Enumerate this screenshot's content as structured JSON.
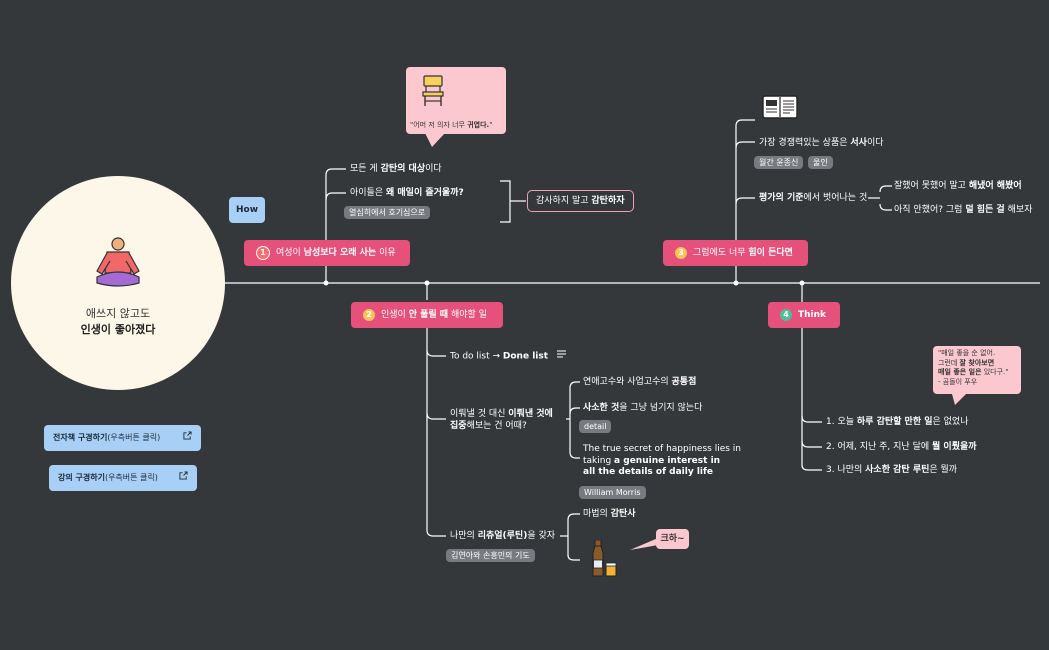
{
  "center": {
    "line1": "애쓰지 않고도",
    "line2": "인생이 좋아졌다"
  },
  "how_label": "How",
  "think_label": "Think",
  "sidebar_buttons": [
    {
      "bold": "전자책 구경하기",
      "rest": "(우측버튼 클릭)"
    },
    {
      "bold": "강의 구경하기",
      "rest": "(우측버튼 클릭)"
    }
  ],
  "topic1": {
    "num": "1",
    "pre": "여성이 ",
    "bold": "남성보다 오래 사는",
    "post": " 이유",
    "quote_pre": "\"어머 저 의자 너무 ",
    "quote_bold": "귀엽다.",
    "quote_post": "\"",
    "item1_pre": "모든 게 ",
    "item1_bold": "감탄의 대상",
    "item1_post": "이다",
    "item2_pre": "아이들은 ",
    "item2_bold": "왜 매일이 즐거울까?",
    "item2_tag": "열심히에서 호기심으로",
    "summary_pre": "감사하지 말고 ",
    "summary_bold": "감탄하자"
  },
  "topic2": {
    "num": "2",
    "pre": "인생이 ",
    "bold": "안 풀릴 때",
    "post": " 해야할 일",
    "todo_pre": "To do list → ",
    "todo_bold": "Done list",
    "focus_pre": "이뤄낼 것 대신 ",
    "focus_bold1": "이뤄낸 것에",
    "focus_bold2": "집중",
    "focus_post": "해보는 건 어때?",
    "sub1_pre": "연애고수와 사업고수의 ",
    "sub1_bold": "공통점",
    "sub2_bold": "사소한 것",
    "sub2_post": "을 그냥 넘기지 않는다",
    "sub2_tag": "detail",
    "quote_line1": "The true secret of happiness lies in",
    "quote_line2_pre": "taking ",
    "quote_line2_bold": "a genuine interest in",
    "quote_line3_bold": "all the details of daily life",
    "quote_author": "William Morris",
    "ritual_pre": "나만의 ",
    "ritual_bold": "리츄얼(루틴)",
    "ritual_post": "을 갖자",
    "ritual_tag": "김연아와 손흥민의 기도",
    "magic_pre": "마법의 ",
    "magic_bold": "감탄사",
    "exclaim": "크하~"
  },
  "topic3": {
    "num": "3",
    "pre": "그럼에도 너무 ",
    "bold": "힘이 든다면",
    "item1_pre": "가장 경쟁력있는 상품은 ",
    "item1_bold": "서사",
    "item1_post": "이다",
    "tags": [
      "월간 윤종신",
      "울인"
    ],
    "item2_bold": "평가의 기준",
    "item2_post": "에서 벗어나는 것",
    "opt1_pre": "잘했어 못했어 말고 ",
    "opt1_bold": "해냈어 해봤어",
    "opt2_pre": "아직 안했어? 그럼 ",
    "opt2_bold": "덜 힘든 걸",
    "opt2_post": " 해보자"
  },
  "topic4": {
    "num": "4",
    "quote_l1": "\"매일 좋을 순 없어.",
    "quote_l2_pre": "그런데 ",
    "quote_l2_bold": "잘 찾아보면",
    "quote_l3_bold": "매일 좋은 일은",
    "quote_l3_post": " 있다구.\"",
    "quote_l4": "- 곰돌이 푸우",
    "q1_pre": "1. 오늘 ",
    "q1_bold": "하루 감탄할 만한 일",
    "q1_post": "은 없었나",
    "q2_pre": "2. 어제, 지난 주, 지난 달에 ",
    "q2_bold": "뭘 이뤘을까",
    "q3_pre": "3. 나만의 ",
    "q3_bold": "사소한 감탄 루틴",
    "q3_post": "은 뭘까"
  },
  "colors": {
    "background": "#35383b",
    "topic": "#e5517a",
    "bubble": "#fcc8cf",
    "sidebar_button": "#a8cff5",
    "tag": "#777b80",
    "center_node": "#fcf7e8"
  },
  "icons": [
    "meditation-person-icon",
    "chair-icon",
    "book-icon",
    "beer-bottle-icon",
    "external-link-icon",
    "notes-icon"
  ]
}
